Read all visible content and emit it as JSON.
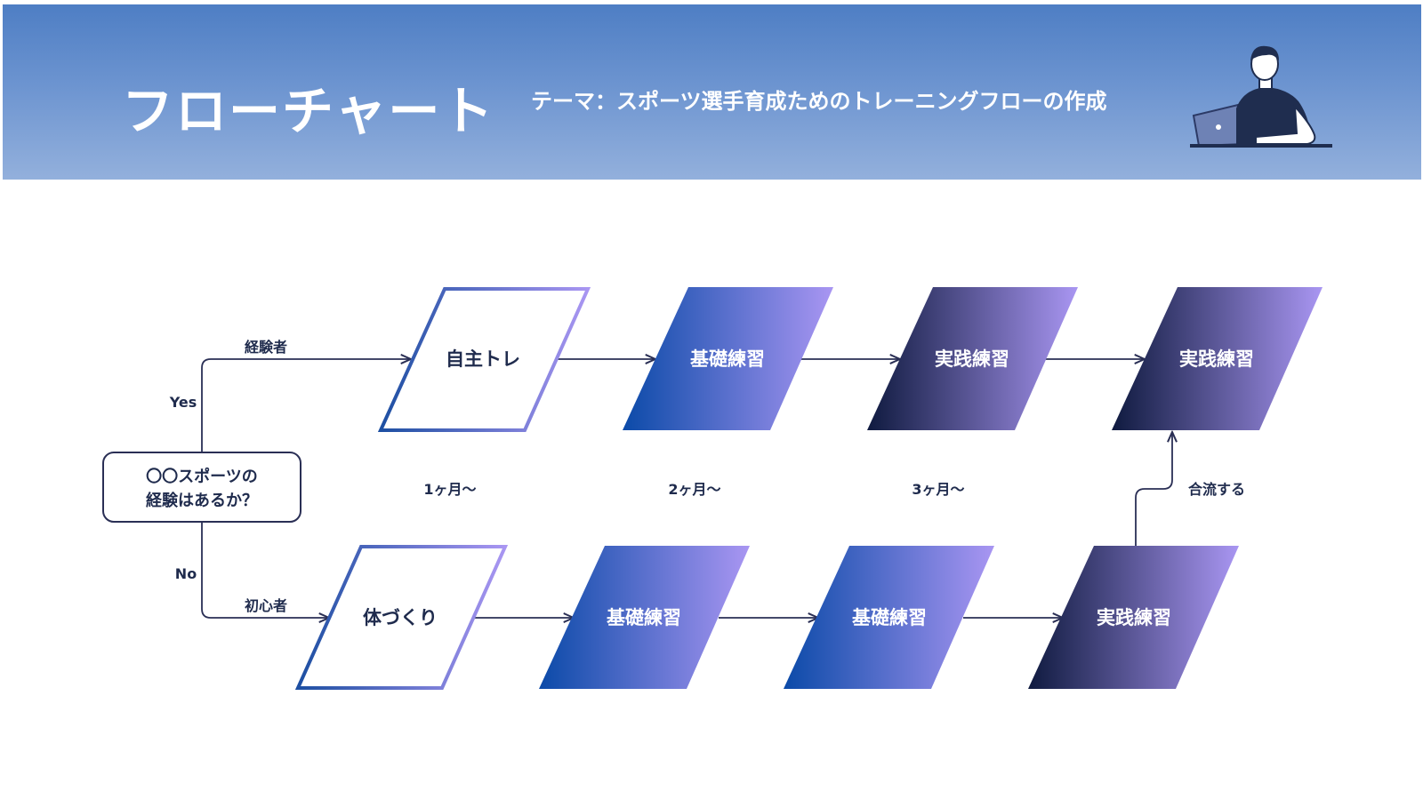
{
  "header": {
    "title": "フローチャート",
    "subtitle": "テーマ：スポーツ選手育成ためのトレーニングフローの作成",
    "illustration_icon": "person-with-laptop-icon"
  },
  "colors": {
    "header_top": "#4e7ec4",
    "header_bottom": "#93b0dc",
    "blue_start": "#0b4aa8",
    "purple_end": "#a996f2",
    "navy_start": "#0f1a3f",
    "line": "#2a2f55"
  },
  "flow": {
    "decision": {
      "line1": "〇〇スポーツの",
      "line2": "経験はあるか？"
    },
    "branch_yes": {
      "answer": "Yes",
      "label": "経験者"
    },
    "branch_no": {
      "answer": "No",
      "label": "初心者"
    },
    "top_row": [
      "自主トレ",
      "基礎練習",
      "実践練習",
      "実践練習"
    ],
    "bottom_row": [
      "体づくり",
      "基礎練習",
      "基礎練習",
      "実践練習"
    ],
    "periods": [
      "1ヶ月〜",
      "2ヶ月〜",
      "3ヶ月〜"
    ],
    "merge_label": "合流する"
  }
}
